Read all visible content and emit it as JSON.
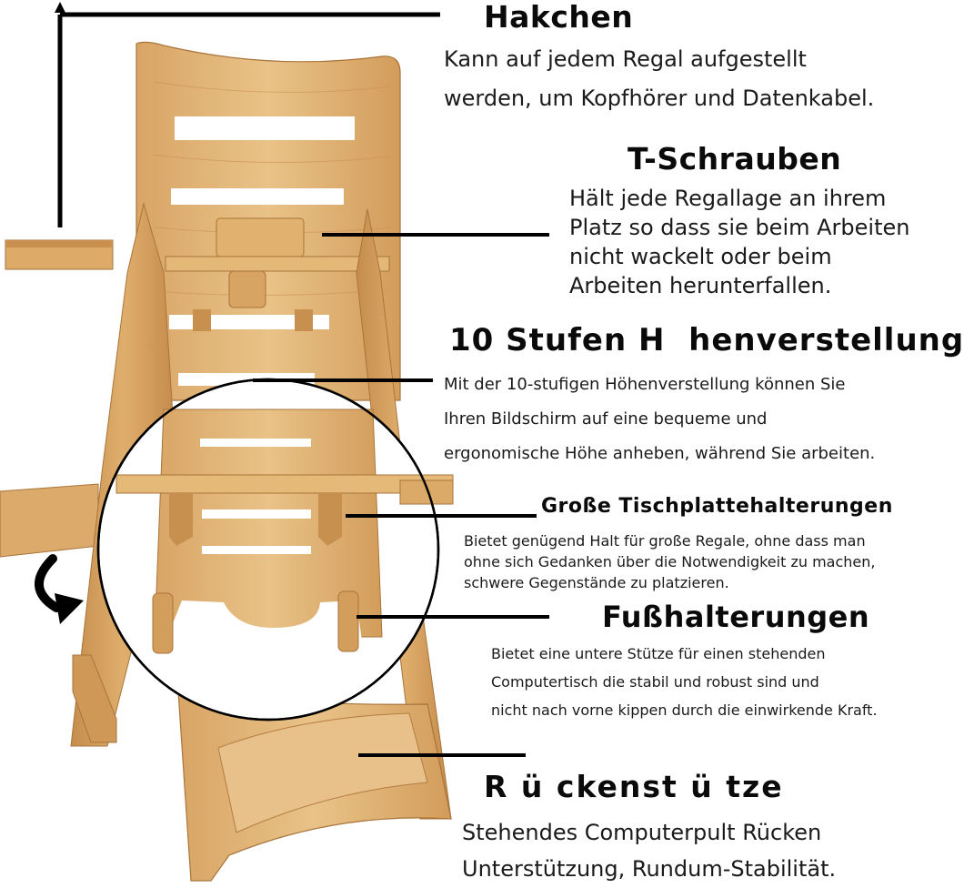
{
  "sections": {
    "hakchen": {
      "title": "Hakchen",
      "text": "Kann auf jedem Regal aufgestellt\nwerden, um Kopfhörer und Datenkabel."
    },
    "t_schrauben": {
      "title": "T-Schrauben",
      "text": "Hält jede Regallage an ihrem\nPlatz so dass sie beim Arbeiten\nnicht wackelt oder beim\nArbeiten herunterfallen."
    },
    "hoehenverstellung": {
      "title": "10 Stufen H  henverstellung",
      "text": "Mit der 10-stufigen Höhenverstellung können Sie\nIhren Bildschirm auf eine bequeme und\nergonomische Höhe anheben, während Sie arbeiten."
    },
    "tischplatte": {
      "title": "Große Tischplattehalterungen",
      "text": "Bietet genügend Halt für große Regale, ohne dass man\nohne sich Gedanken über die Notwendigkeit zu machen,\nschwere Gegenstände zu platzieren."
    },
    "fuss": {
      "title": "Fußhalterungen",
      "text": "Bietet eine untere Stütze für einen stehenden\nComputertisch die stabil und robust sind und\nnicht nach vorne kippen durch die einwirkende Kraft."
    },
    "ruecken": {
      "title": "R ü ckenst ü tze",
      "text": "Stehendes Computerpult Rücken\nUnterstützung, Rundum-Stabilität."
    }
  },
  "colors": {
    "wood_light": "#e6bd7e",
    "wood_mid": "#d6a260",
    "wood_dark": "#b98042",
    "line": "#000000",
    "background": "#ffffff"
  },
  "icons": {
    "rotation": "curved-arrow-icon",
    "detail": "magnifier-circle"
  }
}
